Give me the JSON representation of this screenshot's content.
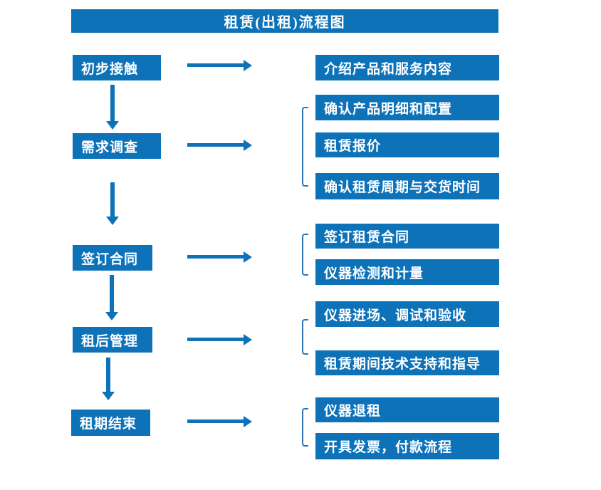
{
  "title": "租赁(出租)流程图",
  "colors": {
    "primary": "#0E72B9",
    "bracket": "#2E75B6",
    "text_on_primary": "#FFFFFF",
    "background": "#FFFFFF"
  },
  "icons": {
    "flow_right": "arrow-right-icon",
    "flow_down": "arrow-down-icon",
    "group": "bracket-left-icon"
  },
  "stages": [
    {
      "label": "初步接触",
      "outputs": [
        "介绍产品和服务内容"
      ]
    },
    {
      "label": "需求调查",
      "outputs": [
        "确认产品明细和配置",
        "租赁报价",
        "确认租赁周期与交货时间"
      ]
    },
    {
      "label": "签订合同",
      "outputs": [
        "签订租赁合同",
        "仪器检测和计量"
      ]
    },
    {
      "label": "租后管理",
      "outputs": [
        "仪器进场、调试和验收",
        "租赁期间技术支持和指导"
      ]
    },
    {
      "label": "租期结束",
      "outputs": [
        "仪器退租",
        "开具发票，付款流程"
      ]
    }
  ]
}
